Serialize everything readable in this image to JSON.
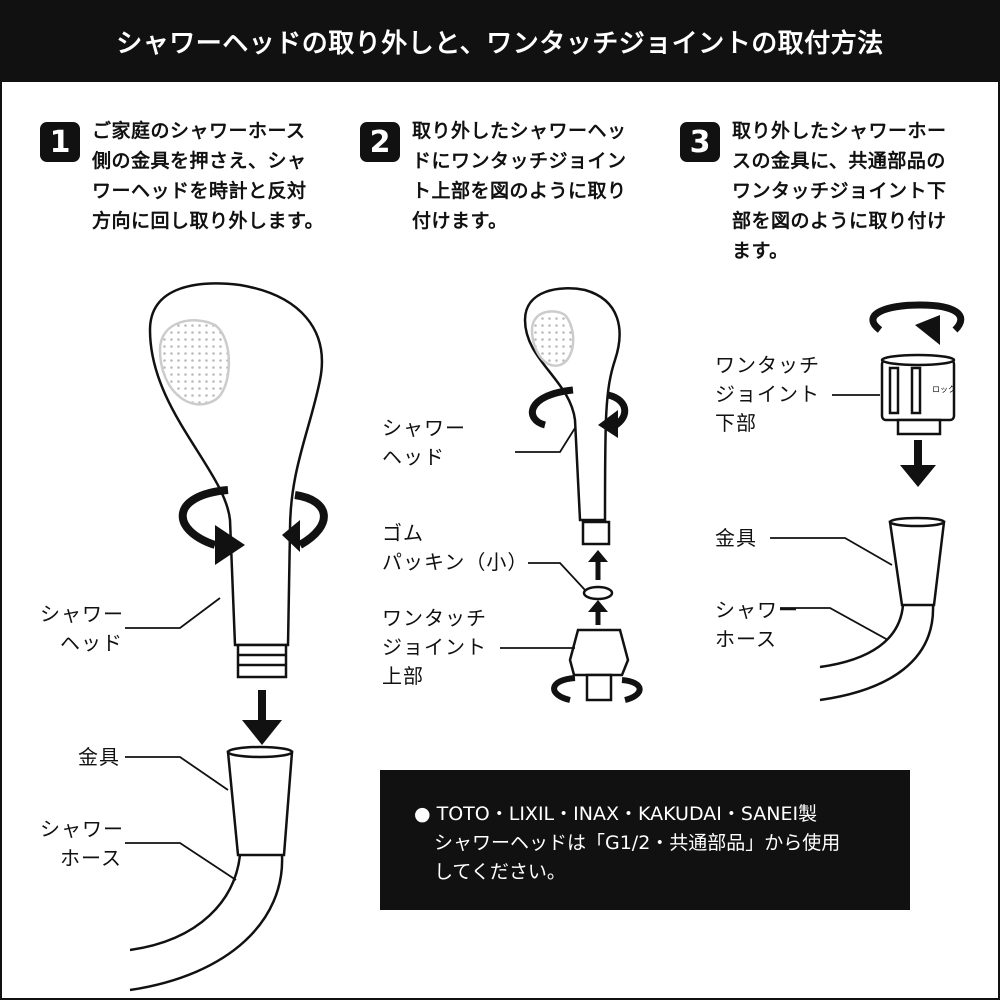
{
  "title": "シャワーヘッドの取り外しと、ワンタッチジョイントの取付方法",
  "steps": [
    {
      "number": "1",
      "lines": [
        "ご家庭のシャワーホース",
        "側の金具を押さえ、シャ",
        "ワーヘッドを時計と反対",
        "方向に回し取り外します。"
      ]
    },
    {
      "number": "2",
      "lines": [
        "取り外したシャワーヘッ",
        "ドにワンタッチジョイン",
        "ト上部を図のように取り",
        "付けます。"
      ]
    },
    {
      "number": "3",
      "lines": [
        "取り外したシャワーホー",
        "スの金具に、共通部品の",
        "ワンタッチジョイント下",
        "部を図のように取り付け",
        "ます。"
      ]
    }
  ],
  "labels": {
    "s1_head": [
      "シャワー",
      "ヘッド"
    ],
    "s1_fitting": "金具",
    "s1_hose": [
      "シャワー",
      "ホース"
    ],
    "s2_head": [
      "シャワー",
      "ヘッド"
    ],
    "s2_packing": [
      "ゴム",
      "パッキン（小）"
    ],
    "s2_joint": [
      "ワンタッチ",
      "ジョイント",
      "上部"
    ],
    "s3_joint": [
      "ワンタッチ",
      "ジョイント",
      "下部"
    ],
    "s3_joint_mark": "ロック",
    "s3_fitting": "金具",
    "s3_hose": [
      "シャワー",
      "ホース"
    ]
  },
  "note": {
    "lines": [
      "● TOTO・LIXIL・INAX・KAKUDAI・SANEI製",
      "シャワーヘッドは「G1/2・共通部品」から使用",
      "してください。"
    ]
  }
}
